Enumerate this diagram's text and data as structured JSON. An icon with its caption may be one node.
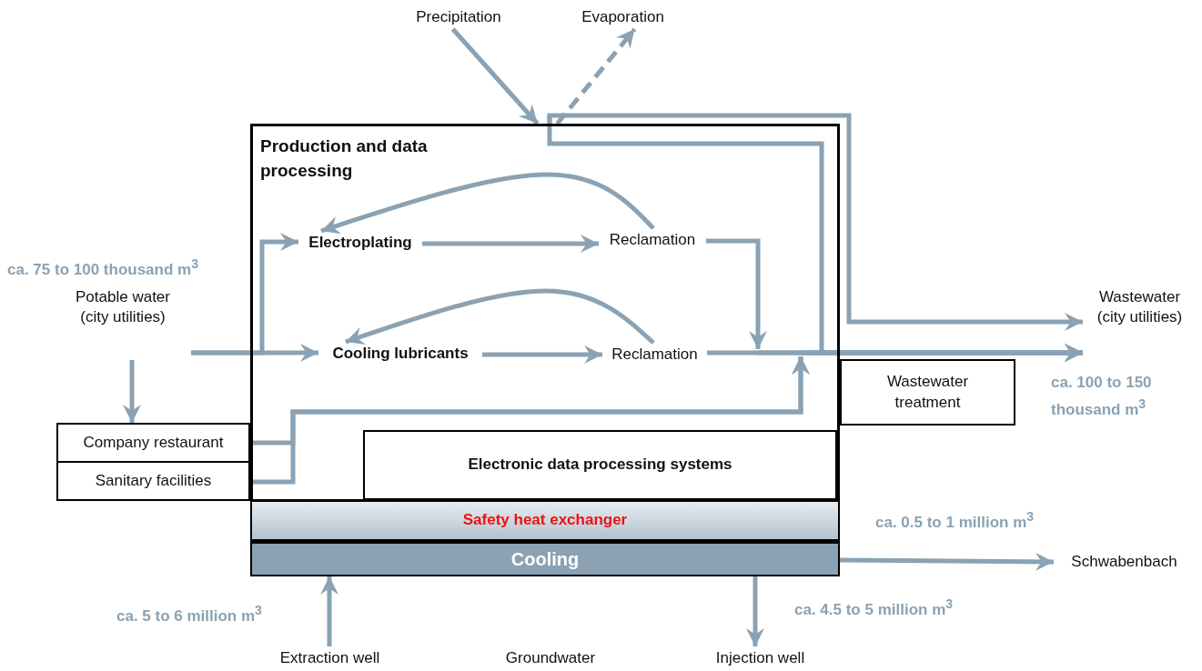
{
  "diagram": {
    "nodes": [
      {
        "text": [
          "Production and data processing"
        ]
      },
      {
        "text": [
          "Electroplating"
        ],
        "in": 0
      },
      {
        "text": [
          "Reclamation"
        ],
        "in": 0
      },
      {
        "text": [
          "Cooling lubricants"
        ],
        "in": 0
      },
      {
        "text": [
          "Reclamation"
        ],
        "in": 0
      },
      {
        "text": [
          "Electronic data processing systems"
        ],
        "in": 0
      },
      {
        "text": [
          "Precipitation"
        ]
      },
      {
        "text": [
          "Evaporation"
        ]
      },
      {
        "text": [
          "Potable water (city utilities)"
        ]
      },
      {
        "text": [
          "Company restaurant"
        ]
      },
      {
        "text": [
          "Sanitary facilities"
        ]
      },
      {
        "text": [
          "Wastewater treatment"
        ]
      },
      {
        "text": [
          "Wastewater (city utilities)"
        ]
      },
      {
        "text": [
          "Safety heat exchanger"
        ]
      },
      {
        "text": [
          "Cooling"
        ]
      },
      {
        "text": [
          "Schwabenbach"
        ]
      },
      {
        "text": [
          "Extraction well"
        ]
      },
      {
        "text": [
          "Injection well"
        ]
      }
    ],
    "edges": [
      {
        "from": 8,
        "to": 1,
        "arrow": "to"
      },
      {
        "from": 8,
        "to": 3,
        "arrow": "to"
      },
      {
        "from": 8,
        "to": 9,
        "arrow": "to"
      },
      {
        "from": 1,
        "to": 2,
        "arrow": "to"
      },
      {
        "from": 2,
        "to": 1,
        "arrow": "to"
      },
      {
        "from": 3,
        "to": 4,
        "arrow": "to"
      },
      {
        "from": 4,
        "to": 3,
        "arrow": "to"
      },
      {
        "from": 2,
        "to": 12,
        "arrow": "to"
      },
      {
        "from": 4,
        "to": 12,
        "arrow": "to"
      },
      {
        "from": 6,
        "to": 0,
        "arrow": "to"
      },
      {
        "from": 0,
        "to": 7,
        "arrow": "to",
        "style": "dashed"
      },
      {
        "from": 0,
        "to": 12,
        "arrow": "to"
      },
      {
        "from": 9,
        "to": 12,
        "arrow": "to"
      },
      {
        "from": 10,
        "to": 12,
        "arrow": "to"
      },
      {
        "from": 16,
        "to": 14,
        "arrow": "to"
      },
      {
        "from": 14,
        "to": 17,
        "arrow": "to"
      },
      {
        "from": 14,
        "to": 15,
        "arrow": "to"
      }
    ],
    "labels": [
      "ca. 75 to 100 thousand m$^{3}$",
      "ca. 100 to 150 thousand m$^{3}$",
      "ca. 0.5 to 1 million  m$^{3}$",
      "ca. 4.5 to 5 million  m$^{3}$",
      "ca. 5 to 6 million  m$^{3}$",
      "Groundwater"
    ]
  }
}
